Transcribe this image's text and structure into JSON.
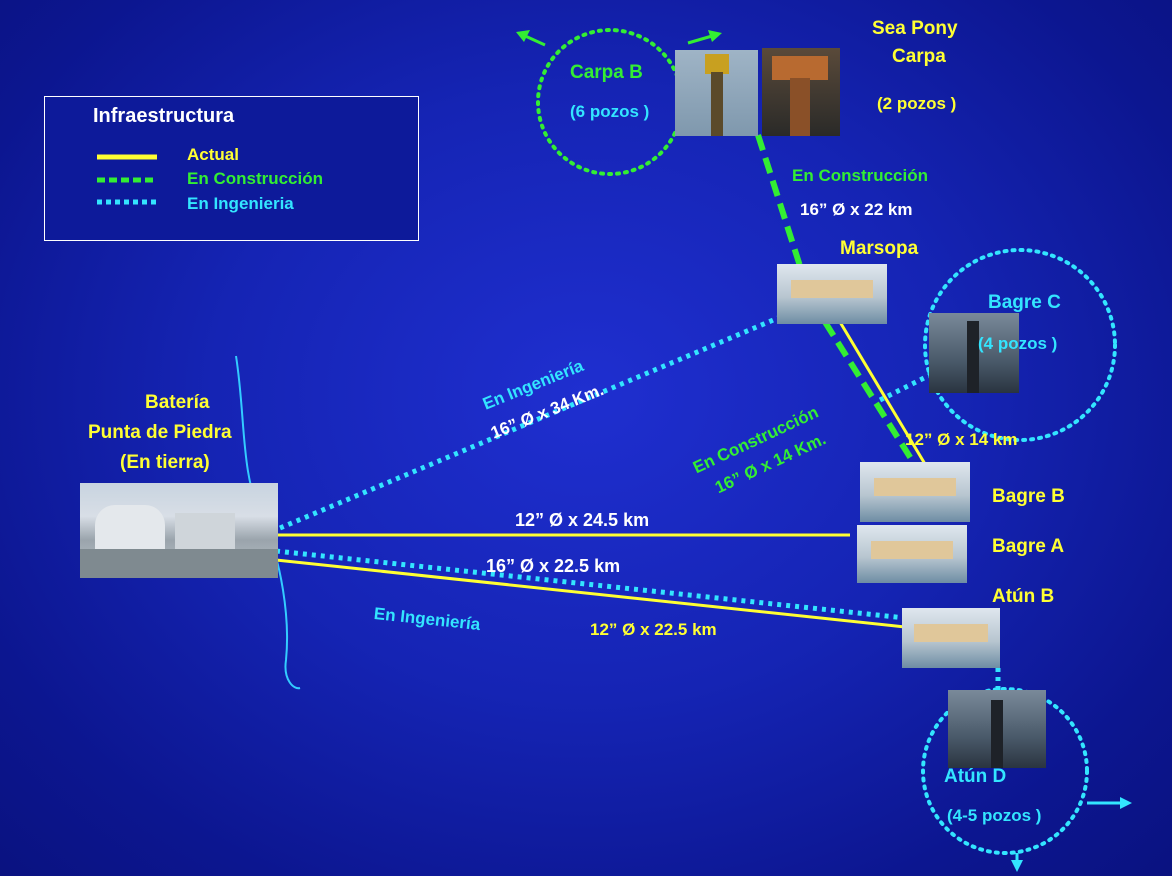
{
  "legend": {
    "title": "Infraestructura",
    "items": [
      {
        "label": "Actual",
        "color": "#ffff33",
        "style": "solid"
      },
      {
        "label": "En Construcción",
        "color": "#33ee33",
        "style": "dashed"
      },
      {
        "label": "En Ingenieria",
        "color": "#33e5ff",
        "style": "dotted"
      }
    ]
  },
  "nodes": {
    "bateria": {
      "line1": "Batería",
      "line2": "Punta de Piedra",
      "line3": "(En  tierra)"
    },
    "carpa_b": {
      "name": "Carpa  B",
      "wells": "(6 pozos )"
    },
    "sea_pony": {
      "line1": "Sea Pony",
      "line2": "Carpa",
      "wells": "(2 pozos )"
    },
    "marsopa": {
      "name": "Marsopa"
    },
    "bagre_c": {
      "name": "Bagre C",
      "wells": "(4 pozos )"
    },
    "bagre_b": {
      "name": "Bagre  B"
    },
    "bagre_a": {
      "name": "Bagre  A"
    },
    "atun_b": {
      "name": "Atún  B"
    },
    "atun_d": {
      "name": "Atún  D",
      "wells": "(4-5 pozos )"
    }
  },
  "links": {
    "carpa_marsopa": {
      "status": "En Construcción",
      "spec": "16” Ø x 22 km"
    },
    "bateria_marsopa": {
      "status": "En Ingeniería",
      "spec": "16” Ø x 34 Km."
    },
    "marsopa_bagre": {
      "status": "En Construcción",
      "spec": "16” Ø x 14 Km."
    },
    "marsopa_bagre_actual": {
      "spec": "12” Ø x 14 km"
    },
    "bateria_bagre_a": {
      "spec": "12” Ø x 24.5 km"
    },
    "bateria_atun_eng": {
      "spec": "16” Ø x 22.5 km",
      "status": "En Ingeniería"
    },
    "bateria_atun_actual": {
      "spec": "12” Ø x 22.5 km"
    }
  },
  "colors": {
    "actual": "#ffff33",
    "construction": "#33ee33",
    "engineering": "#33e5ff",
    "background": "#1524b4"
  }
}
